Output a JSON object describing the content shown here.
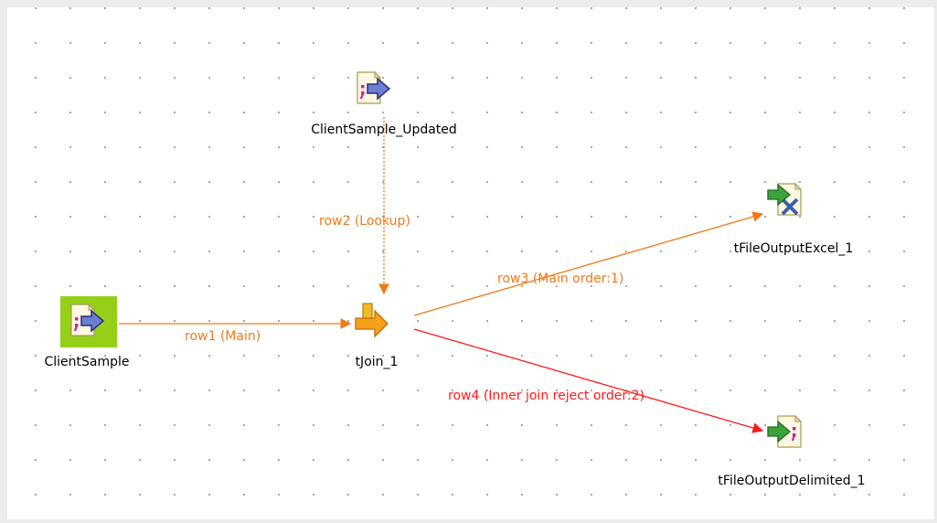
{
  "nodes": {
    "client_sample": {
      "label": "ClientSample"
    },
    "client_sample_updated": {
      "label": "ClientSample_Updated"
    },
    "tjoin": {
      "label": "tJoin_1"
    },
    "excel_output": {
      "label": "tFileOutputExcel_1"
    },
    "delimited_output": {
      "label": "tFileOutputDelimited_1"
    }
  },
  "links": {
    "row1": {
      "label": "row1 (Main)",
      "color": "#ee7a1a"
    },
    "row2": {
      "label": "row2 (Lookup)",
      "color": "#ee7a1a"
    },
    "row3": {
      "label": "row3 (Main order:1)",
      "color": "#ee7a1a"
    },
    "row4": {
      "label": "row4 (Inner join reject order:2)",
      "color": "#ff1a1a"
    }
  },
  "icons": {
    "client_sample": "file-input-delimited-icon",
    "client_sample_updated": "file-input-delimited-icon",
    "tjoin": "join-icon",
    "excel_output": "file-output-excel-icon",
    "delimited_output": "file-output-delimited-icon"
  }
}
